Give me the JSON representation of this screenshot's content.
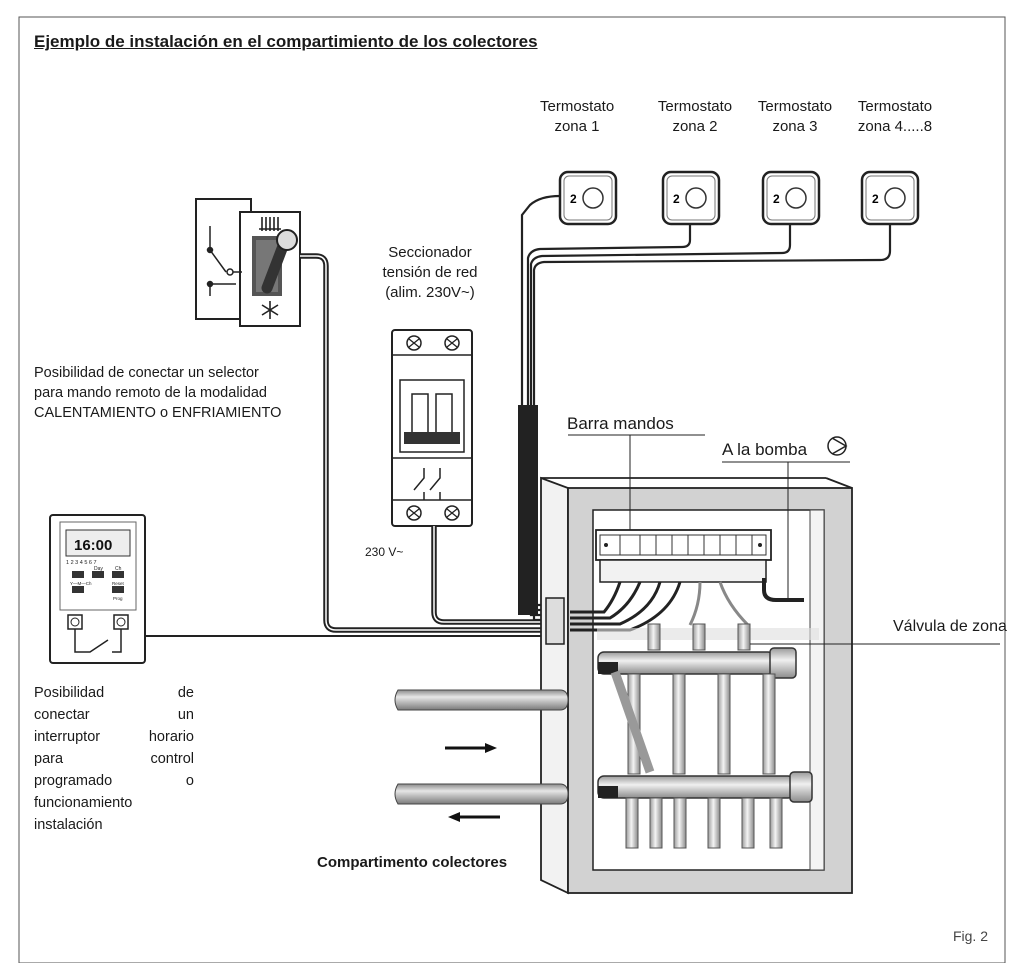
{
  "title": "Ejemplo de instalación en el compartimiento de los colectores",
  "thermostats": [
    {
      "line1": "Termostato",
      "line2": "zona 1"
    },
    {
      "line1": "Termostato",
      "line2": "zona 2"
    },
    {
      "line1": "Termostato",
      "line2": "zona 3"
    },
    {
      "line1": "Termostato",
      "line2": "zona 4.....8"
    }
  ],
  "disconnector": {
    "line1": "Seccionador",
    "line2": "tensión de red",
    "line3": "(alim. 230V~)"
  },
  "voltage_label": "230 V~",
  "selector_note": {
    "line1": "Posibilidad de conectar un selector",
    "line2": "para mando remoto de la modalidad",
    "line3": "CALENTAMIENTO o ENFRIAMIENTO"
  },
  "control_bar_label": "Barra mandos",
  "pump_label": "A la bomba",
  "zone_valve_label": "Válvula de zona",
  "timer_note": [
    "Posibilidad de",
    "conectar un",
    "interruptor horario",
    "para control",
    "programado o",
    "funcionamiento",
    "instalación"
  ],
  "compartment_label": "Compartimento colectores",
  "timer_display": "16:00",
  "timer_days": "1 2 3 4 5 6 7",
  "timer_buttons": [
    "Day",
    "Ch",
    "Y—M—Ch",
    "Reset",
    "Prog"
  ],
  "fig_label": "Fig. 2"
}
